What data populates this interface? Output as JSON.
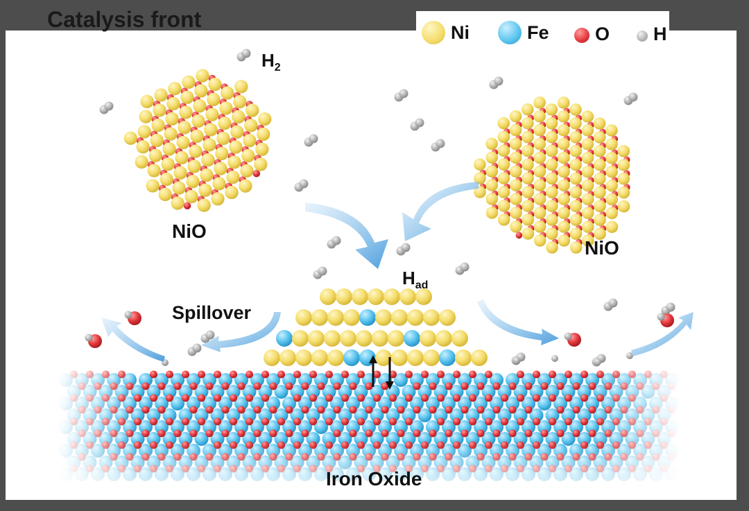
{
  "title": "Catalysis front",
  "legend": [
    {
      "symbol": "Ni",
      "color": "#f4dc6a"
    },
    {
      "symbol": "Fe",
      "color": "#58c3ee"
    },
    {
      "symbol": "O",
      "color": "#e2363a"
    },
    {
      "symbol": "H",
      "color": "#b4b4b4"
    }
  ],
  "labels": {
    "h2": "H",
    "h2_sub": "2",
    "nio_left": "NiO",
    "nio_right": "NiO",
    "had": "H",
    "had_sub": "ad",
    "spillover": "Spillover",
    "iron_oxide": "Iron Oxide"
  },
  "colors": {
    "ni": "#f4dc6a",
    "fe": "#58c3ee",
    "o": "#e2363a",
    "h": "#b4b4b4",
    "arrow": "#5fa9e0"
  },
  "icons": [
    "down-arrow-icon",
    "up-down-arrows-icon",
    "curved-arrow-icon"
  ]
}
